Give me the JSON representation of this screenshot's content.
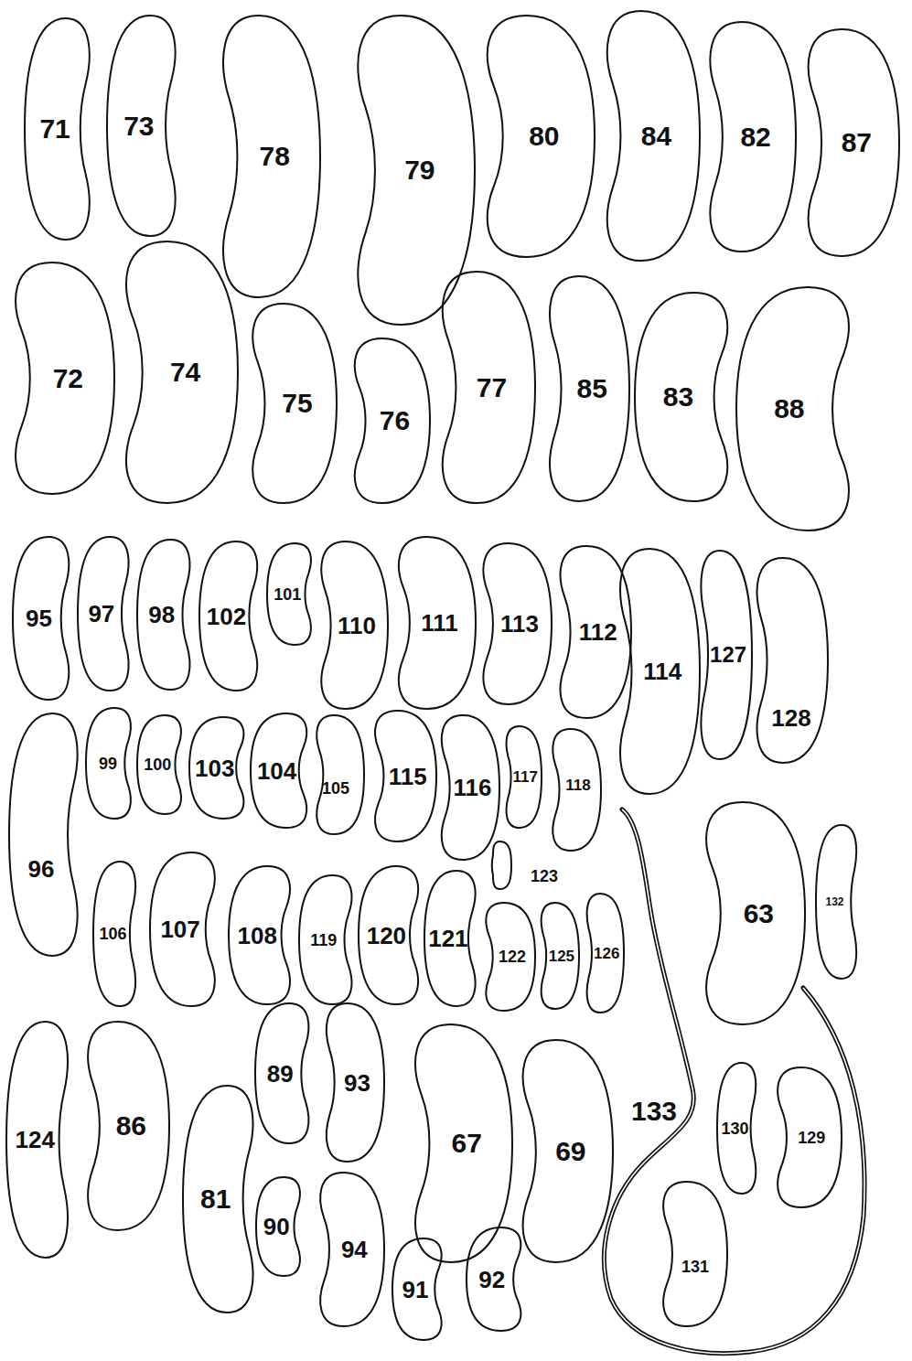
{
  "diagram": {
    "nodes": [
      {
        "text": [
          "71"
        ]
      },
      {
        "text": [
          "73"
        ]
      },
      {
        "text": [
          "78"
        ]
      },
      {
        "text": [
          "79"
        ]
      },
      {
        "text": [
          "80"
        ]
      },
      {
        "text": [
          "84"
        ]
      },
      {
        "text": [
          "82"
        ]
      },
      {
        "text": [
          "87"
        ]
      },
      {
        "text": [
          "72"
        ]
      },
      {
        "text": [
          "74"
        ]
      },
      {
        "text": [
          "75"
        ]
      },
      {
        "text": [
          "76"
        ]
      },
      {
        "text": [
          "77"
        ]
      },
      {
        "text": [
          "85"
        ]
      },
      {
        "text": [
          "83"
        ]
      },
      {
        "text": [
          "88"
        ]
      },
      {
        "text": [
          "95"
        ]
      },
      {
        "text": [
          "97"
        ]
      },
      {
        "text": [
          "98"
        ]
      },
      {
        "text": [
          "102"
        ]
      },
      {
        "text": [
          "101"
        ]
      },
      {
        "text": [
          "110"
        ]
      },
      {
        "text": [
          "111"
        ]
      },
      {
        "text": [
          "113"
        ]
      },
      {
        "text": [
          "112"
        ]
      },
      {
        "text": [
          "114"
        ]
      },
      {
        "text": [
          "127"
        ]
      },
      {
        "text": [
          "128"
        ]
      },
      {
        "text": [
          "96"
        ]
      },
      {
        "text": [
          "99"
        ]
      },
      {
        "text": [
          "100"
        ]
      },
      {
        "text": [
          "103"
        ]
      },
      {
        "text": [
          "104"
        ]
      },
      {
        "text": [
          "105"
        ]
      },
      {
        "text": [
          "115"
        ]
      },
      {
        "text": [
          "116"
        ]
      },
      {
        "text": [
          "117"
        ]
      },
      {
        "text": [
          "118"
        ]
      },
      {
        "text": [
          "123"
        ]
      },
      {
        "text": [
          "63"
        ]
      },
      {
        "text": [
          "132"
        ]
      },
      {
        "text": [
          "106"
        ]
      },
      {
        "text": [
          "107"
        ]
      },
      {
        "text": [
          "108"
        ]
      },
      {
        "text": [
          "119"
        ]
      },
      {
        "text": [
          "120"
        ]
      },
      {
        "text": [
          "121"
        ]
      },
      {
        "text": [
          "122"
        ]
      },
      {
        "text": [
          "125"
        ]
      },
      {
        "text": [
          "126"
        ]
      },
      {
        "text": [
          "133"
        ]
      },
      {
        "text": [
          "124"
        ]
      },
      {
        "text": [
          "86"
        ]
      },
      {
        "text": [
          "81"
        ]
      },
      {
        "text": [
          "89"
        ]
      },
      {
        "text": [
          "93"
        ]
      },
      {
        "text": [
          "90"
        ]
      },
      {
        "text": [
          "94"
        ]
      },
      {
        "text": [
          "67"
        ]
      },
      {
        "text": [
          "69"
        ]
      },
      {
        "text": [
          "91"
        ]
      },
      {
        "text": [
          "92"
        ]
      },
      {
        "text": [
          "130"
        ]
      },
      {
        "text": [
          "129"
        ]
      },
      {
        "text": [
          "131"
        ]
      }
    ]
  }
}
